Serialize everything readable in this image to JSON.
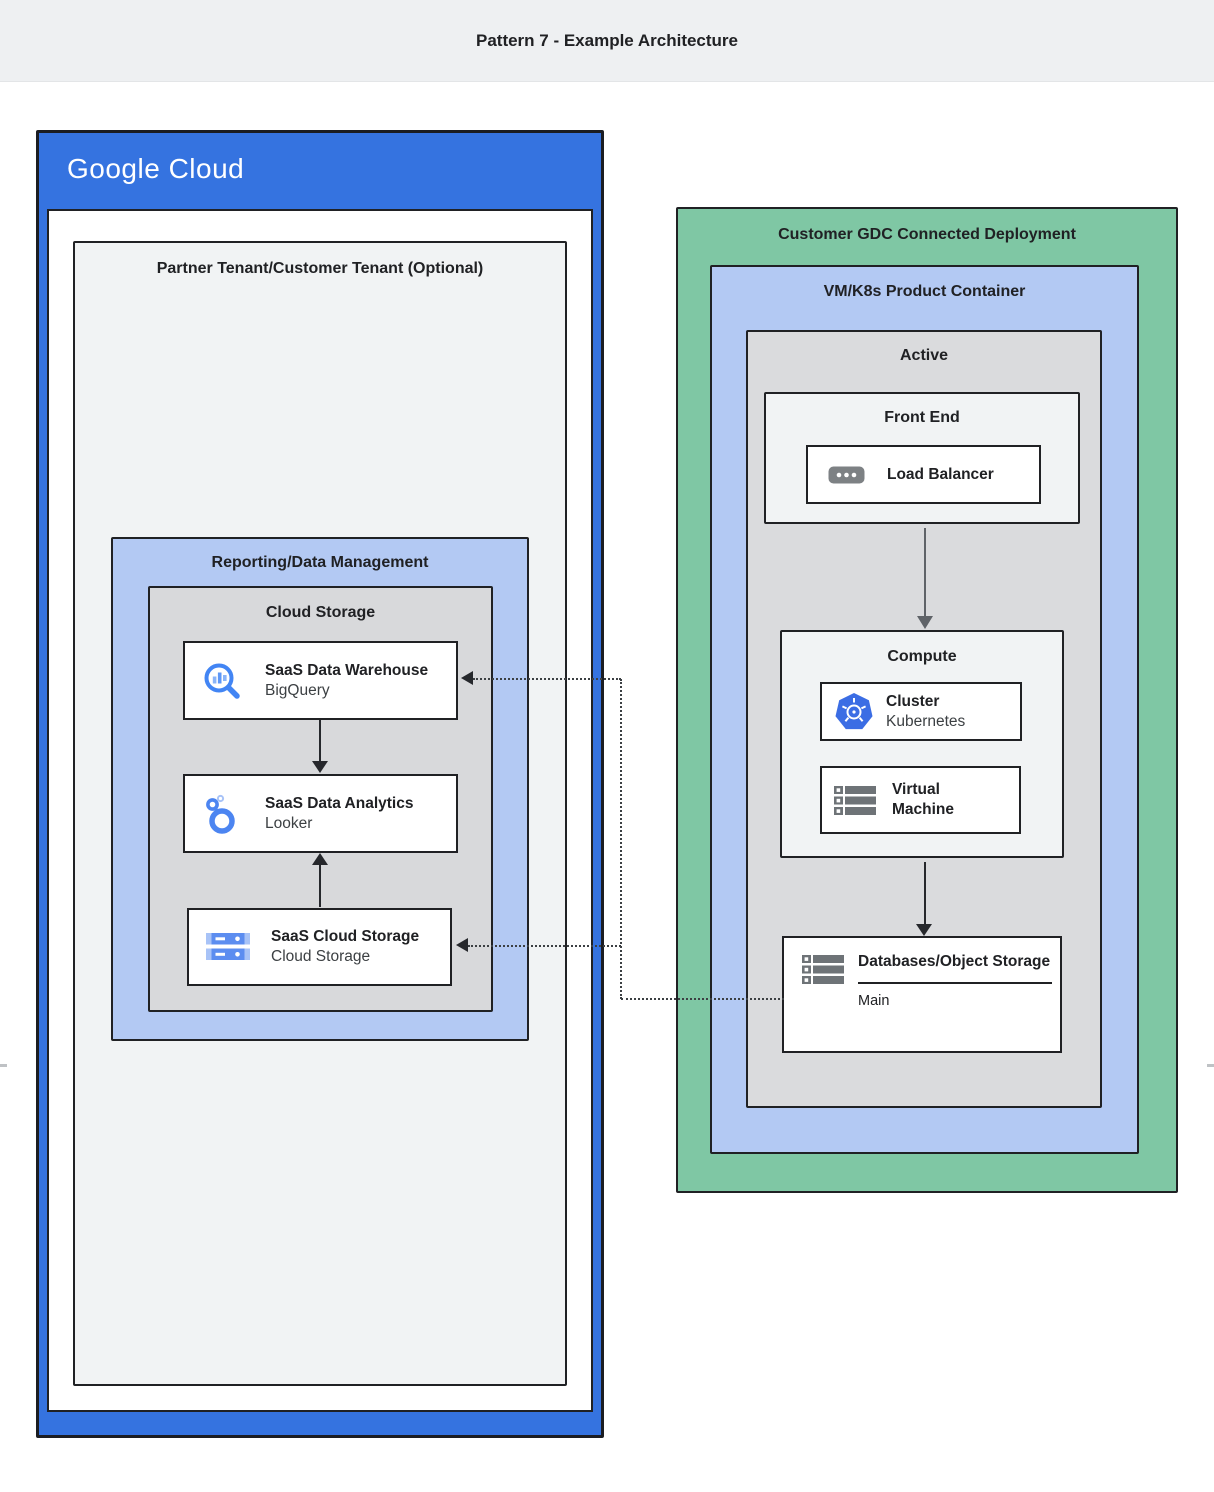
{
  "header": {
    "title": "Pattern 7 - Example Architecture"
  },
  "google_cloud": {
    "logo": "Google Cloud",
    "partner_tenant_title": "Partner Tenant/Customer Tenant (Optional)",
    "reporting_title": "Reporting/Data Management",
    "cloud_storage_title": "Cloud Storage",
    "cards": [
      {
        "title": "SaaS Data Warehouse",
        "subtitle": "BigQuery",
        "icon": "bigquery-icon"
      },
      {
        "title": "SaaS Data Analytics",
        "subtitle": "Looker",
        "icon": "looker-icon"
      },
      {
        "title": "SaaS Cloud Storage",
        "subtitle": "Cloud Storage",
        "icon": "cloud-storage-icon"
      }
    ]
  },
  "gdc": {
    "title": "Customer GDC Connected Deployment",
    "vmk8s_title": "VM/K8s Product Container",
    "active_title": "Active",
    "front_end_title": "Front End",
    "load_balancer_label": "Load Balancer",
    "compute_title": "Compute",
    "cluster": {
      "title": "Cluster",
      "subtitle": "Kubernetes",
      "icon": "kubernetes-icon"
    },
    "virtual_machine_label": "Virtual Machine",
    "databases": {
      "title": "Databases/Object Storage",
      "section_label": "Main",
      "icon": "server-storage-icon"
    }
  },
  "colors": {
    "google_cloud_blue": "#3573e0",
    "gdc_green": "#7fc7a4",
    "zone_light_blue": "#b3c9f3",
    "zone_gray": "#d8d9db",
    "zone_light_gray": "#f1f3f4",
    "border_dark": "#202124",
    "icon_blue": "#4285f4",
    "icon_light_blue": "#a8c3f7",
    "icon_gray": "#6e7377",
    "header_bg": "#eef0f2"
  }
}
